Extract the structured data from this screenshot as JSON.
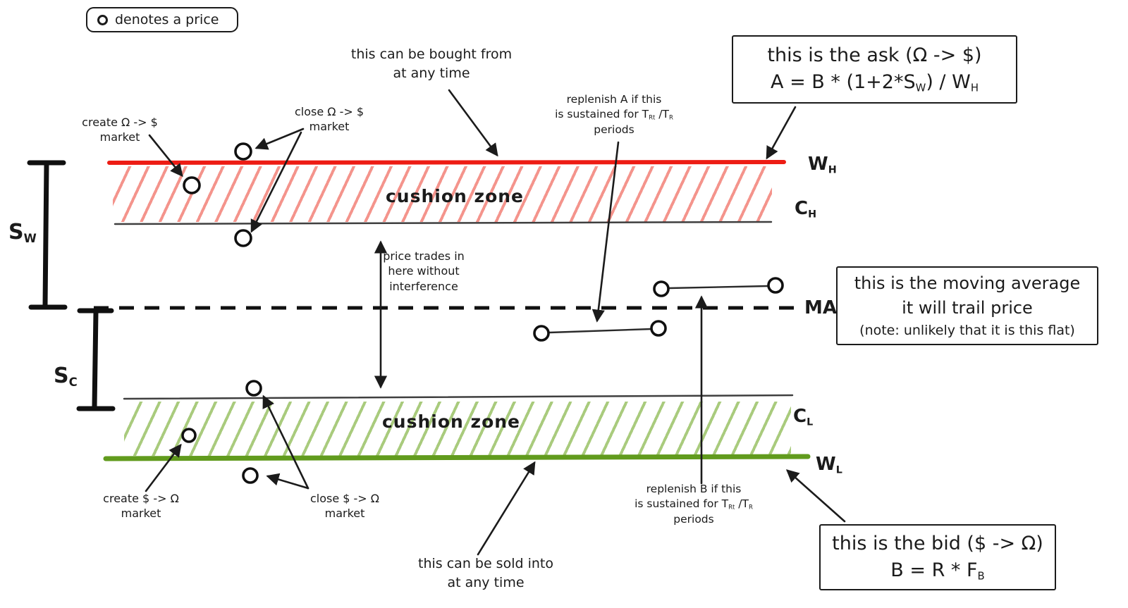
{
  "legend": {
    "label": "denotes a price"
  },
  "zones": {
    "upper_label": "cushion zone",
    "lower_label": "cushion zone"
  },
  "line_labels": {
    "wh": {
      "base": "W",
      "sub": "H"
    },
    "ch": {
      "base": "C",
      "sub": "H"
    },
    "ma": {
      "base": "MA"
    },
    "cl": {
      "base": "C",
      "sub": "L"
    },
    "wl": {
      "base": "W",
      "sub": "L"
    }
  },
  "spread_labels": {
    "sw": {
      "base": "S",
      "sub": "W"
    },
    "sc": {
      "base": "S",
      "sub": "C"
    }
  },
  "annotations": {
    "create_omega": {
      "line1": "create Ω -> $",
      "line2": "market"
    },
    "close_omega": {
      "line1": "close Ω -> $",
      "line2": "market"
    },
    "bought": {
      "line1": "this can be bought from",
      "line2": "at any time"
    },
    "replenish_a": {
      "line1": "replenish A if this",
      "line2_parts": [
        "is sustained for T",
        "Rt",
        " /T",
        "R"
      ],
      "line3": "periods"
    },
    "price_trades": {
      "line1": "price trades in",
      "line2": "here without",
      "line3": "interference"
    },
    "create_usd": {
      "line1": "create $ -> Ω",
      "line2": "market"
    },
    "close_usd": {
      "line1": "close $ -> Ω",
      "line2": "market"
    },
    "sold": {
      "line1": "this can be sold into",
      "line2": "at any time"
    },
    "replenish_b": {
      "line1": "replenish B if this",
      "line2_parts": [
        "is sustained for T",
        "Rt",
        " /T",
        "R"
      ],
      "line3": "periods"
    }
  },
  "callouts": {
    "ask": {
      "title": "this is the ask (Ω -> $)",
      "formula_parts": [
        "A = B * (1+2*S",
        "W",
        ") / W",
        "H"
      ]
    },
    "moving_average": {
      "line1": "this is the moving average",
      "line2": "it will trail price",
      "line3": "(note: unlikely that it is this flat)"
    },
    "bid": {
      "title": "this is the bid ($ -> Ω)",
      "formula_parts": [
        "B = R * F",
        "B"
      ]
    }
  },
  "colors": {
    "wall_high": "#ed1c14",
    "wall_low": "#619b1d",
    "cushion_high_hatch": "#f4948c",
    "cushion_low_hatch": "#a9cb7d",
    "ink": "#1b1b1b"
  }
}
